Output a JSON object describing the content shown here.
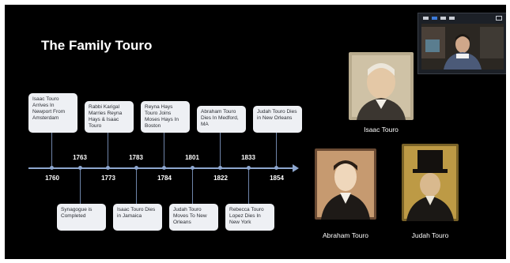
{
  "slide": {
    "title": "The Family Touro",
    "accent_color": "#8ea7cf"
  },
  "timeline": {
    "years_top": [
      "1763",
      "1783",
      "1801",
      "1833"
    ],
    "years_bottom": [
      "1760",
      "1773",
      "1784",
      "1822",
      "1854"
    ],
    "events_above": [
      "Isaac Touro Arrives In Newport From Amsterdam",
      "Rabbi Karigal Marries Reyna Hays & Isaac Touro",
      "Reyna Hays Touro Joins Moses Hays In Boston",
      "Abraham Touro Dies In Medford, MA",
      "Judah Touro Dies in New Orleans"
    ],
    "events_below": [
      "Synagogue is Completed",
      "Isaac Touro Dies in Jamaica",
      "Judah Touro Moves To New Orleans",
      "Rebecca Touro Lopez Dies In New York"
    ]
  },
  "portraits": {
    "isaac": "Isaac Touro",
    "abraham": "Abraham Touro",
    "judah": "Judah Touro"
  },
  "video": {
    "toolbar_icons": [
      "minimize-icon",
      "speaker-view-icon",
      "gallery-view-icon",
      "grid-view-icon",
      "fullscreen-icon"
    ]
  }
}
